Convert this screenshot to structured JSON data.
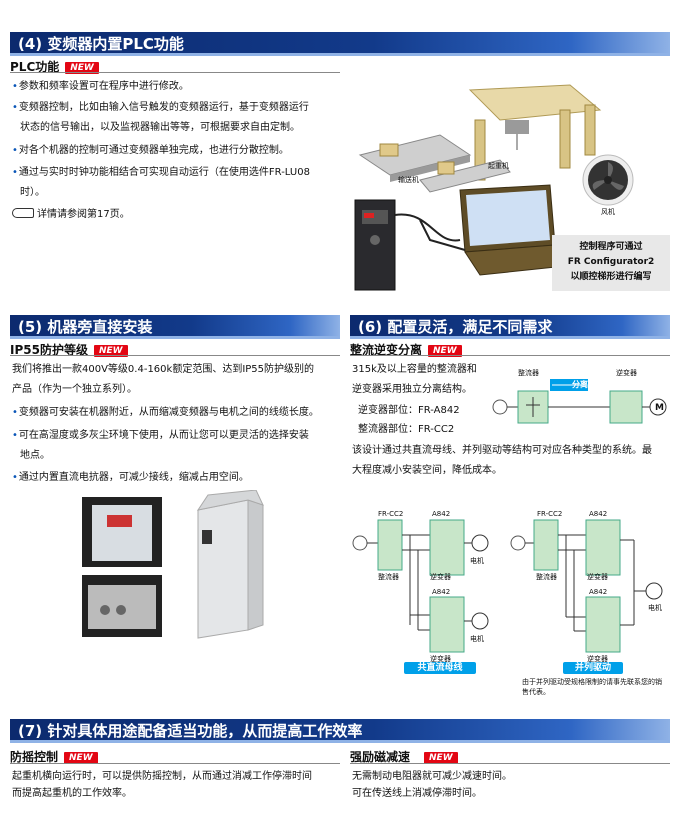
{
  "s4": {
    "title": "(4) 变频器内置PLC功能",
    "sub": "PLC功能",
    "new": "NEW",
    "bullets": [
      "参数和频率设置可在程序中进行修改。",
      "变频器控制，比如由输入信号触发的变频器运行，基于变频器运行",
      "状态的信号输出，以及监视器输出等等，可根据要求自由定制。",
      "对各个机器的控制可通过变频器单独完成，也进行分散控制。",
      "通过与实时时钟功能相结合可实现自动运行（在使用选件FR-LU08",
      "时）。"
    ],
    "ref": "详情请参阅第17页。",
    "labels": {
      "crane": "起重机",
      "conveyor": "输送机",
      "fan": "风机"
    },
    "caption": [
      "控制程序可通过",
      "FR Configurator2",
      "以顺控梯形进行编写"
    ]
  },
  "s5": {
    "title": "(5) 机器旁直接安装",
    "sub": "IP55防护等级",
    "new": "NEW",
    "lines": [
      "我们将推出一款400V等级0.4-160k额定范围、达到IP55防护级别的",
      "产品（作为一个独立系列）。"
    ],
    "bullets": [
      "变频器可安装在机器附近，从而缩减变频器与电机之间的线缆长度。",
      "可在高湿度或多灰尘环境下使用，从而让您可以更灵活的选择安装",
      "地点。",
      "通过内置直流电抗器，可减少接线，缩减占用空间。"
    ]
  },
  "s6": {
    "title": "(6) 配置灵活，满足不同需求",
    "sub": "整流逆变分离",
    "new": "NEW",
    "lines": [
      "315k及以上容量的整流器和",
      "逆变器采用独立分离结构。",
      "逆变器部位：FR-A842",
      "整流器部位：FR-CC2",
      "该设计通过共直流母线、并列驱动等结构可对应各种类型的系统。最",
      "大程度减小安装空间，降低成本。"
    ],
    "diagram": {
      "rectifier": "整流器",
      "inverter": "逆变器",
      "separate": "分离",
      "cc2": "FR-CC2",
      "a842": "A842",
      "motor": "电机",
      "common_bus": "共直流母线",
      "parallel": "并列驱动",
      "note": [
        "由于并列驱动受规格限制的请事先联系您的销",
        "售代表。"
      ]
    }
  },
  "s7": {
    "title": "(7) 针对具体用途配备适当功能，从而提高工作效率",
    "left": {
      "sub": "防摇控制",
      "new": "NEW",
      "lines": [
        "起重机横向运行时，可以提供防摇控制，从而通过消减工作停滞时间",
        "而提高起重机的工作效率。"
      ]
    },
    "right": {
      "sub": "强励磁减速",
      "new": "NEW",
      "lines": [
        "无需制动电阻器就可减少减速时间。",
        "可在传送线上消减停滞时间。"
      ]
    }
  }
}
